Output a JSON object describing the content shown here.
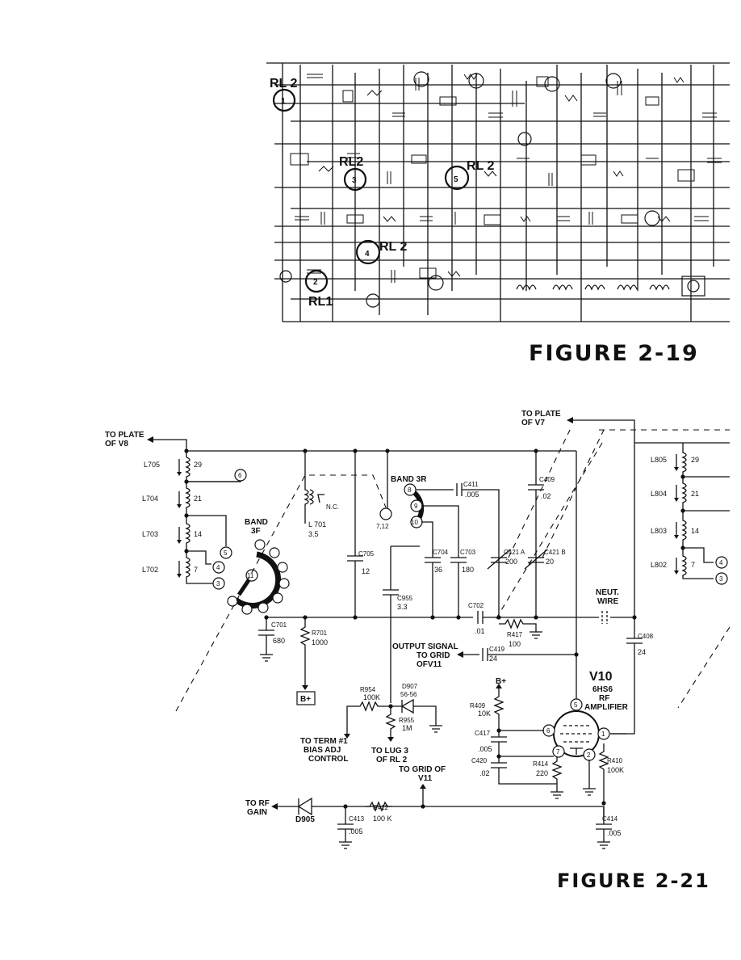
{
  "figures": {
    "top_caption": "FIGURE 2-19",
    "bottom_caption": "FIGURE 2-21"
  },
  "fig19": {
    "relay_labels": [
      "RL 2",
      "RL2",
      "RL 2",
      "RL 2",
      "RL1"
    ],
    "relay_numbers": [
      "1",
      "3",
      "5",
      "4",
      "2"
    ]
  },
  "fig21": {
    "plate_v8": [
      "TO PLATE",
      "OF V8"
    ],
    "plate_v7": [
      "TO PLATE",
      "OF V7"
    ],
    "left_coils": [
      {
        "ref": "L705",
        "turns": "29"
      },
      {
        "ref": "L704",
        "turns": "21"
      },
      {
        "ref": "L703",
        "turns": "14"
      },
      {
        "ref": "L702",
        "turns": "7"
      }
    ],
    "right_coils": [
      {
        "ref": "L805",
        "turns": "29"
      },
      {
        "ref": "L804",
        "turns": "21"
      },
      {
        "ref": "L803",
        "turns": "14"
      },
      {
        "ref": "L802",
        "turns": "7"
      }
    ],
    "band3f": [
      "BAND",
      "3F"
    ],
    "band3r": "BAND 3R",
    "switch_pins_left": [
      "6",
      "5",
      "4",
      "3",
      "11"
    ],
    "switch_pins_right": [
      "8",
      "9",
      "10",
      "7,12"
    ],
    "l701": {
      "nc": "N.C.",
      "ref": "L 701",
      "val": "3.5"
    },
    "caps": {
      "c705": {
        "ref": "C705",
        "val": "12"
      },
      "c411": {
        "ref": "C411",
        "val": ".005"
      },
      "c409": {
        "ref": "C409",
        "val": ".02"
      },
      "c704": {
        "ref": "C704",
        "val": "36"
      },
      "c703": {
        "ref": "C703",
        "val": "180"
      },
      "c421a": {
        "ref": "C421 A",
        "val": "200"
      },
      "c421b": {
        "ref": "C421 B",
        "val": "20"
      },
      "c955": {
        "ref": "C955",
        "val": "3.3"
      },
      "c702": {
        "ref": "C702",
        "val": ".01"
      },
      "c701": {
        "ref": "C701",
        "val": "680"
      },
      "c408": {
        "ref": "C408",
        "val": "24"
      },
      "c419": {
        "ref": "C419",
        "val": "24"
      },
      "c417": {
        "ref": "C417",
        "val": ".005"
      },
      "c420": {
        "ref": "C420",
        "val": ".02"
      },
      "c413": {
        "ref": "C413",
        "val": ".005"
      },
      "c414": {
        "ref": "C414",
        "val": ".005"
      }
    },
    "resistors": {
      "r701": {
        "ref": "R701",
        "val": "1000"
      },
      "r417": {
        "ref": "R417",
        "val": "100"
      },
      "r954": {
        "ref": "R954",
        "val": "100K"
      },
      "r955": {
        "ref": "R955",
        "val": "1M"
      },
      "r409": {
        "ref": "R409",
        "val": "10K"
      },
      "r414": {
        "ref": "R414",
        "val": "220"
      },
      "r410": {
        "ref": "R410",
        "val": "100K"
      },
      "r412": {
        "ref": "R412",
        "val": "100 K"
      }
    },
    "diodes": {
      "d907": {
        "ref": "D907",
        "val": "56-56"
      },
      "d905": {
        "ref": "D905"
      }
    },
    "neut": [
      "NEUT.",
      "WIRE"
    ],
    "output_signal": [
      "OUTPUT SIGNAL",
      "TO GRID",
      "OFV11"
    ],
    "bplus": "B+",
    "bplus_box": "B+",
    "to_term": [
      "TO TERM #1",
      "BIAS ADJ",
      "CONTROL"
    ],
    "to_lug": [
      "TO LUG 3",
      "OF RL 2"
    ],
    "to_grid": [
      "TO GRID OF",
      "V11"
    ],
    "to_rf": [
      "TO RF",
      "GAIN"
    ],
    "tube": {
      "ref": "V10",
      "type": "6HS6",
      "func1": "RF",
      "func2": "AMPLIFIER",
      "pins": [
        "5",
        "6",
        "7",
        "1",
        "2"
      ]
    }
  }
}
